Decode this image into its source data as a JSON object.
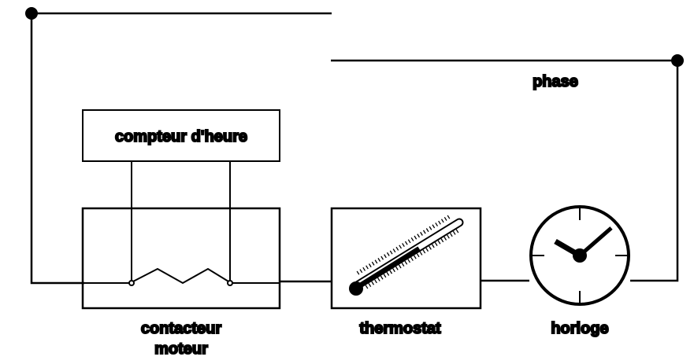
{
  "labels": {
    "phase": "phase",
    "hour_counter": "compteur d'heure",
    "contactor_line1": "contacteur",
    "contactor_line2": "moteur",
    "thermostat": "thermostat",
    "clock": "horloge"
  },
  "colors": {
    "ink": "#000000",
    "background": "#ffffff"
  }
}
